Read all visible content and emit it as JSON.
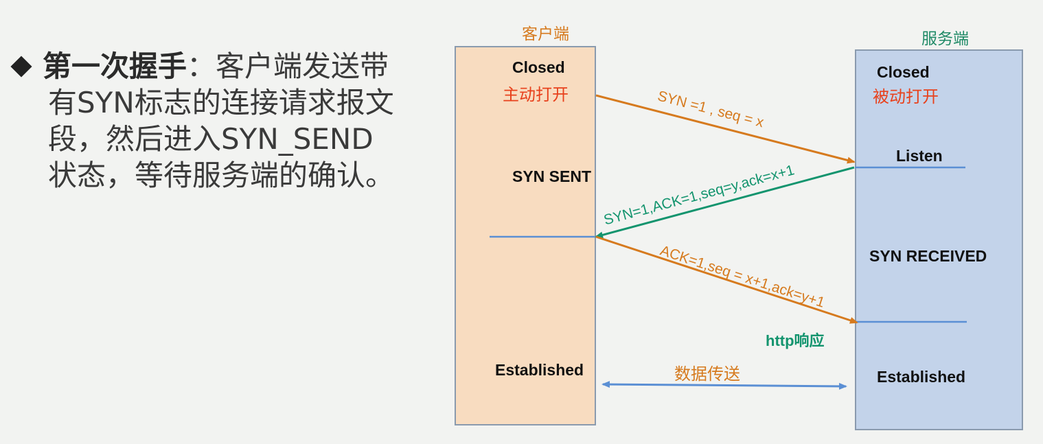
{
  "left_text": {
    "bold_title": "第一次握手",
    "colon": "：",
    "line1_rest": "客户端发送带",
    "line2": "有SYN标志的连接请求报文",
    "line3": "段，然后进入SYN_SEND",
    "line4": "状态，等待服务端的确认。"
  },
  "diagram": {
    "client_header": "客户端",
    "server_header": "服务端",
    "client_states": {
      "closed": "Closed",
      "active_open": "主动打开",
      "syn_sent": "SYN SENT",
      "established": "Established"
    },
    "server_states": {
      "closed": "Closed",
      "passive_open": "被动打开",
      "listen": "Listen",
      "syn_received": "SYN RECEIVED",
      "established": "Established"
    },
    "messages": {
      "syn": "SYN =1 ,   seq = x",
      "syn_ack": "SYN=1,ACK=1,seq=y,ack=x+1",
      "ack": "ACK=1,seq = x+1,ack=y+1",
      "http": "http响应",
      "data_transfer": "数据传送"
    },
    "colors": {
      "client_box": "#f8dcc0",
      "server_box": "#c3d3ea",
      "orange_arrow": "#d67a1e",
      "green_arrow": "#13946e",
      "blue_line": "#5b8fd4",
      "red_text": "#e8411c"
    }
  }
}
